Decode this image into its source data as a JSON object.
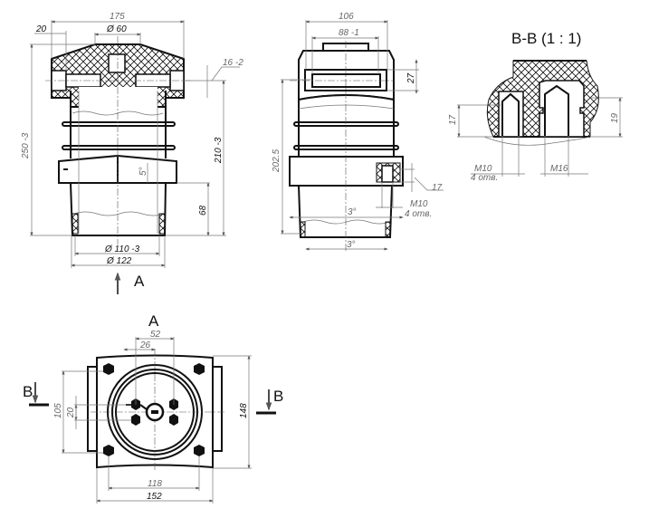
{
  "front_view": {
    "dims": {
      "overall_width": "175",
      "flange": "20",
      "top_dia": "Ø 60",
      "hole": "16 -2",
      "height": "250 -3",
      "height_to_axis": "210 -3",
      "lower_height": "68",
      "angle": "5°",
      "inner_dia": "Ø 110 -3",
      "outer_dia": "Ø 122"
    },
    "view_arrow_label": "A"
  },
  "side_view": {
    "dims": {
      "width": "106",
      "window_width": "88 -1",
      "window_height": "27",
      "height": "202.5",
      "thread_depth": "17",
      "thread": "M10",
      "thread_count": "4 отв.",
      "angle_top": "3°",
      "angle_bottom": "3°"
    }
  },
  "section_bb": {
    "title": "B-B (1 : 1)",
    "dims": {
      "depth_small": "17",
      "depth_large": "19",
      "thread_small": "M10",
      "thread_count": "4 отв.",
      "thread_large": "M16"
    }
  },
  "view_a": {
    "title": "A",
    "dims": {
      "spacing_outer": "52",
      "spacing_inner": "26",
      "height_bolts": "105",
      "height_inner": "20",
      "overall_height": "148",
      "bolt_spacing": "118",
      "overall_width": "152"
    },
    "section_marker_left": "B",
    "section_marker_right": "B"
  }
}
